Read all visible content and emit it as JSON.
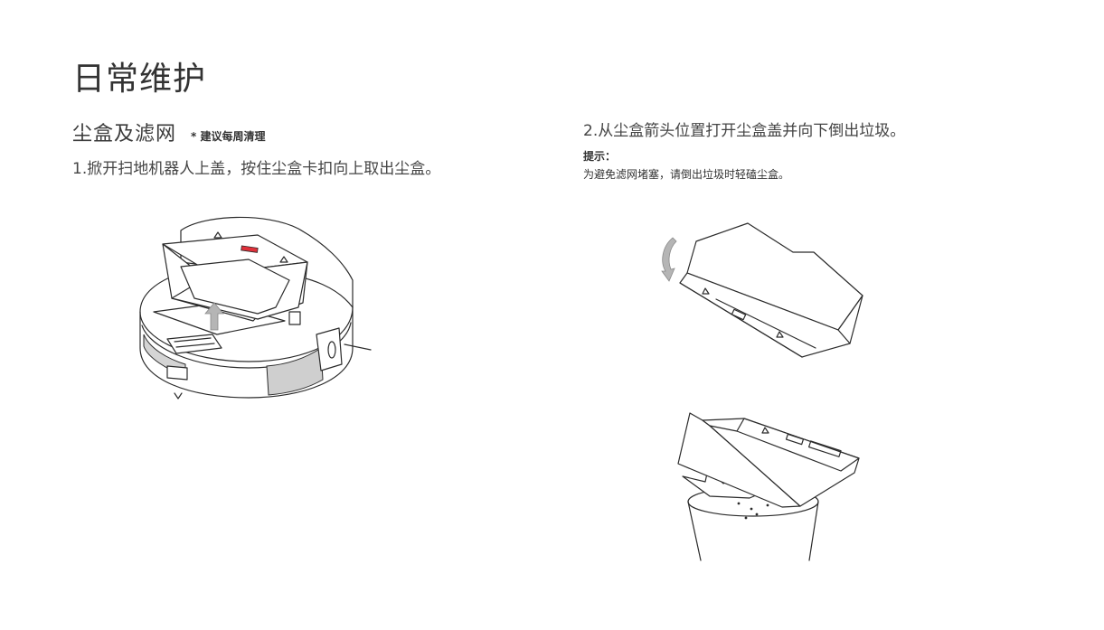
{
  "page": {
    "title": "日常维护"
  },
  "section": {
    "title": "尘盒及滤网",
    "note": "* 建议每周清理"
  },
  "steps": [
    {
      "text": "1.掀开扫地机器人上盖，按住尘盒卡扣向上取出尘盒。"
    },
    {
      "text": "2.从尘盒箭头位置打开尘盒盖并向下倒出垃圾。"
    }
  ],
  "tip": {
    "label": "提示：",
    "text": "为避免滤网堵塞，请倒出垃圾时轻磕尘盒。"
  },
  "colors": {
    "text": "#3a3a3a",
    "line": "#2b2b2b",
    "accent_red": "#e0303a",
    "arrow_gray": "#b5b5b5"
  }
}
